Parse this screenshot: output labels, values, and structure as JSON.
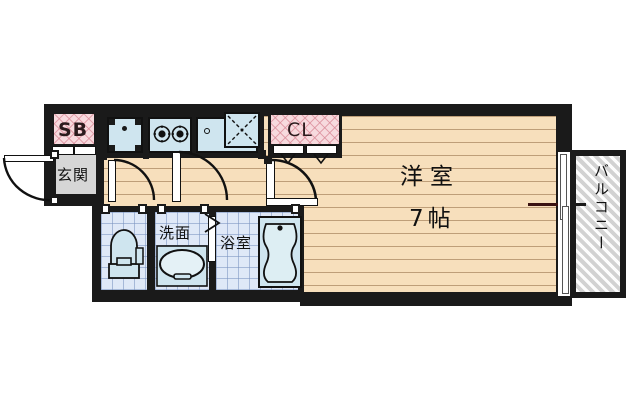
{
  "plan": {
    "type": "apartment-floor-plan",
    "style": "japanese-madori",
    "layout_code": "1K",
    "background_color": "#ffffff",
    "wall_color": "#1a1a1a",
    "colors": {
      "wood_floor": "#f7dfbc",
      "tile_floor": "#dfe8f7",
      "genkan_floor": "#d6d6d6",
      "storage_pink": "#f7dade",
      "balcony_gray": "#d2d2d2",
      "fixture_blue": "#cfe5ef",
      "text": "#111111"
    },
    "rooms": [
      {
        "id": "main-room",
        "label": "洋室",
        "size_label": "7帖",
        "floor": "wood"
      },
      {
        "id": "entrance",
        "label": "玄関",
        "floor": "genkan"
      },
      {
        "id": "shoe-box",
        "label": "SB",
        "floor": "pink"
      },
      {
        "id": "closet",
        "label": "CL",
        "floor": "pink"
      },
      {
        "id": "toilet",
        "label": "",
        "floor": "tile"
      },
      {
        "id": "washbasin",
        "label": "洗面",
        "floor": "tile"
      },
      {
        "id": "bathroom",
        "label": "浴室",
        "floor": "tile"
      },
      {
        "id": "balcony",
        "label": "バルコニー",
        "floor": "balcony"
      }
    ],
    "fixtures": [
      {
        "id": "refrigerator-space",
        "name": "refrigerator-space"
      },
      {
        "id": "gas-stove",
        "name": "gas-stove",
        "burners": 2
      },
      {
        "id": "kitchen-sink",
        "name": "kitchen-sink"
      },
      {
        "id": "washer-space",
        "name": "washing-machine-space"
      },
      {
        "id": "toilet-unit",
        "name": "toilet"
      },
      {
        "id": "washbasin-unit",
        "name": "wash-basin"
      },
      {
        "id": "bathtub",
        "name": "bathtub"
      },
      {
        "id": "balcony-door",
        "name": "sliding-glass-door"
      }
    ],
    "labels": {
      "main_room": "洋室",
      "main_room_size": "7帖",
      "entrance": "玄関",
      "shoe_box": "SB",
      "closet": "CL",
      "washbasin": "洗面",
      "bathroom": "浴室",
      "balcony": "バルコニー"
    }
  }
}
